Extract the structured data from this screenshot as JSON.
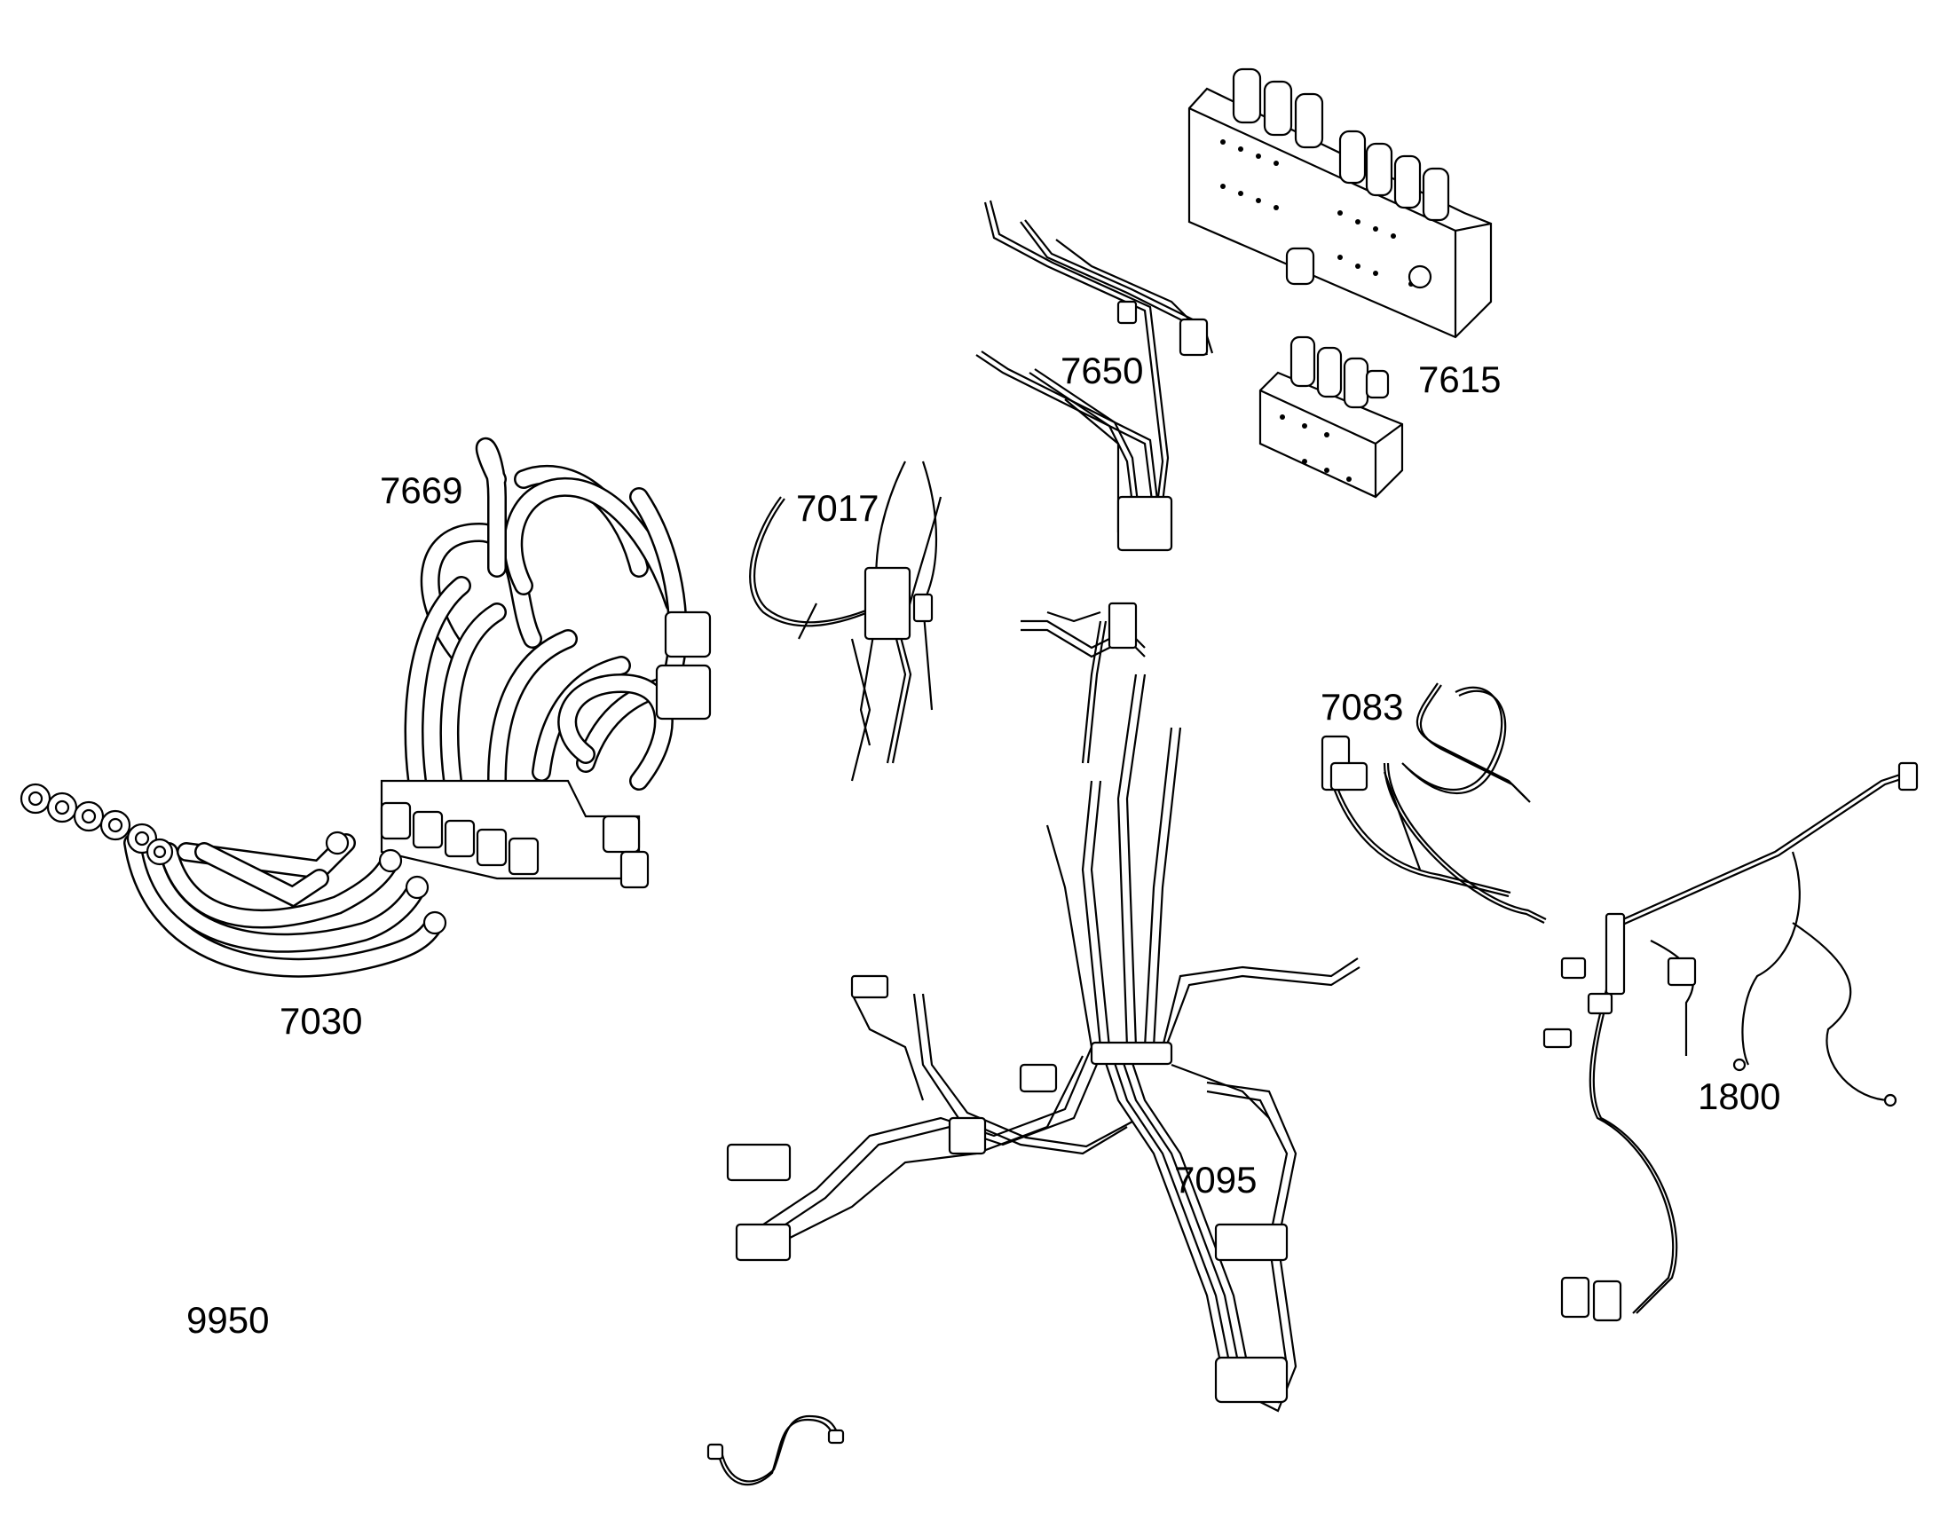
{
  "labels": {
    "p7615": "7615",
    "p7650": "7650",
    "p7669": "7669",
    "p7017": "7017",
    "p7083": "7083",
    "p7030": "7030",
    "p7095": "7095",
    "p1800": "1800",
    "p9950": "9950"
  },
  "colors": {
    "line": "#000000",
    "background": "#ffffff"
  }
}
